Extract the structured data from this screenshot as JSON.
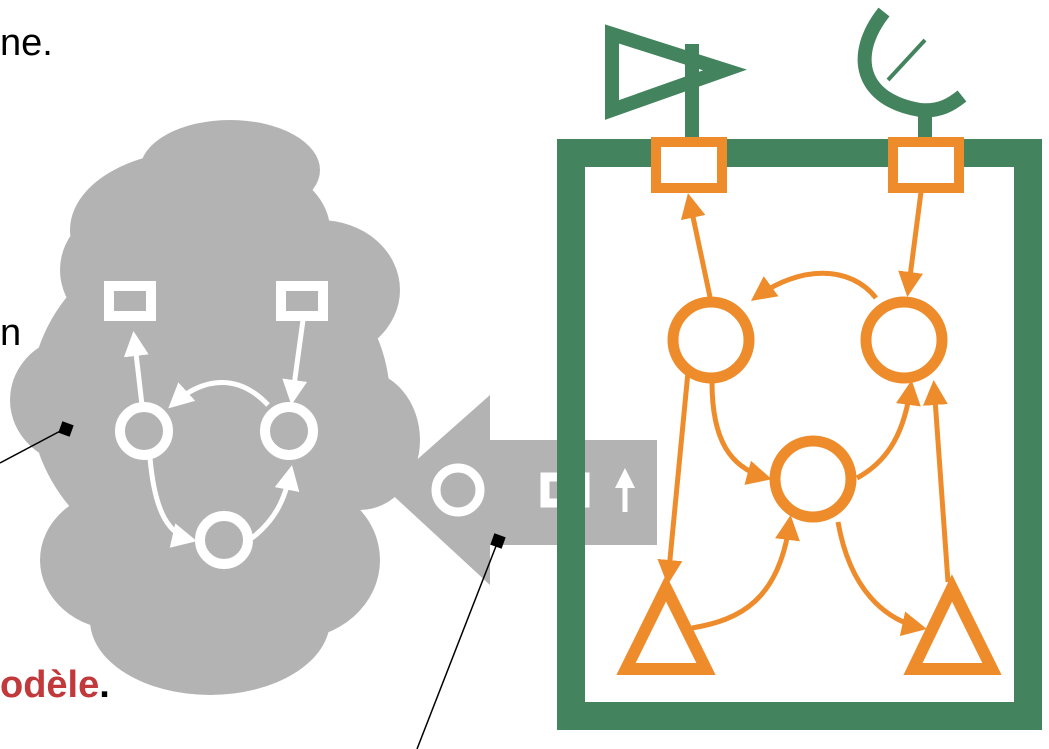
{
  "text": {
    "fragment_1": "ne.",
    "fragment_2": "n",
    "model_keyword": "odèle",
    "model_suffix": "."
  },
  "colors": {
    "cloud": "#b3b3b3",
    "system_green": "#43835d",
    "model_orange": "#ee8c2c",
    "node_white": "#ffffff",
    "keyword_red": "#c1393b",
    "line": "#000000"
  },
  "diagram": {
    "abstract_model": {
      "state_nodes": 3,
      "interfaces": 2,
      "transitions": 5
    },
    "system_model": {
      "state_nodes": 3,
      "interfaces": 2,
      "terminals": 2,
      "transitions": 9,
      "external_devices": [
        "triangle-emitter",
        "dish-receiver"
      ]
    },
    "arrow_legend": [
      "state",
      "interface"
    ]
  }
}
